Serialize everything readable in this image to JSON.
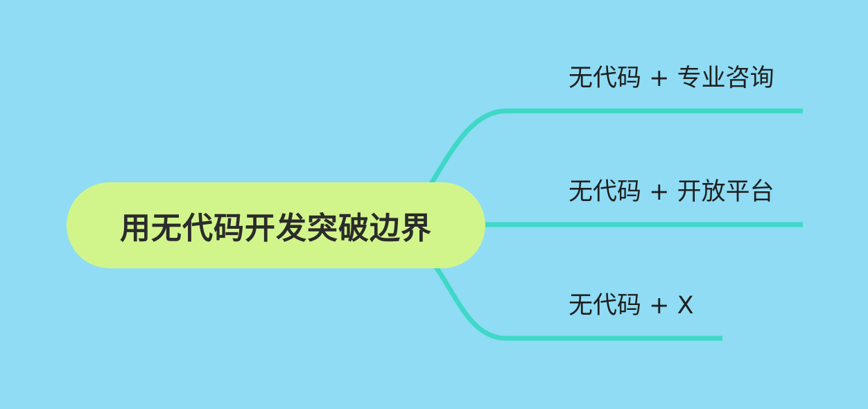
{
  "mindmap": {
    "root": {
      "label": "用无代码开发突破边界"
    },
    "branches": [
      {
        "label": "无代码 + 专业咨询"
      },
      {
        "label": "无代码 + 开放平台"
      },
      {
        "label": "无代码 + X"
      }
    ]
  },
  "colors": {
    "background": "#8fdcf4",
    "root_fill": "#d2f58b",
    "connector": "#3fd8c7"
  }
}
